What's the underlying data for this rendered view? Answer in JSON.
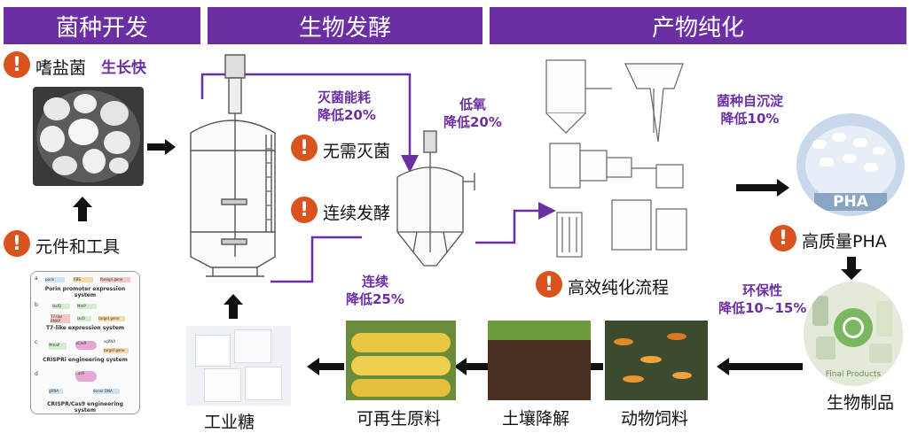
{
  "headers": {
    "strain": "菌种开发",
    "fermentation": "生物发酵",
    "purification": "产物纯化"
  },
  "strain": {
    "halophile": "嗜盐菌",
    "fast_growth": "生长快",
    "tools": "元件和工具"
  },
  "toolkit": {
    "a_title": "Porin promoter expression system",
    "b_title": "T7-like expression system",
    "c_title": "CRISPRi engineering system",
    "d_title": "CRISPR/Cas9 engineering system",
    "row_a": "a",
    "row_b": "b",
    "row_c": "c",
    "row_d": "d",
    "gene_a1": "porin",
    "gene_a2": "RBS",
    "gene_a3": "foreign gene",
    "gene_b1": "lacIQ",
    "gene_b2": "MmP",
    "gene_b3": "T7-like RNAP",
    "gene_b4": "lacO",
    "gene_b5": "target gene",
    "gene_c1": "MmaP",
    "gene_c2": "dCas9",
    "gene_c3": "sgRNA",
    "gene_c4": "target gene",
    "gene_d1": "Cas9",
    "gene_d2": "gRNA",
    "gene_d3": "donor DNA"
  },
  "fermentation": {
    "energy_label": "灭菌能耗\n降低20%",
    "no_sterilization": "无需灭菌",
    "continuous": "连续发酵",
    "low_oxygen": "低氧\n降低20%",
    "continuous_reduce": "连续\n降低25%"
  },
  "purification": {
    "settle": "菌种自沉淀\n降低10%",
    "flow": "高效纯化流程",
    "pha_tag": "PHA",
    "high_quality": "高质量PHA",
    "eco": "环保性\n降低10~15%",
    "final_products": "Final Products"
  },
  "bottom": {
    "bioproducts": "生物制品",
    "feed": "动物饲料",
    "soil": "土壤降解",
    "renewable": "可再生原料",
    "sugar": "工业糖"
  },
  "colors": {
    "accent": "#6b2fa3",
    "warning": "#d9531e"
  }
}
